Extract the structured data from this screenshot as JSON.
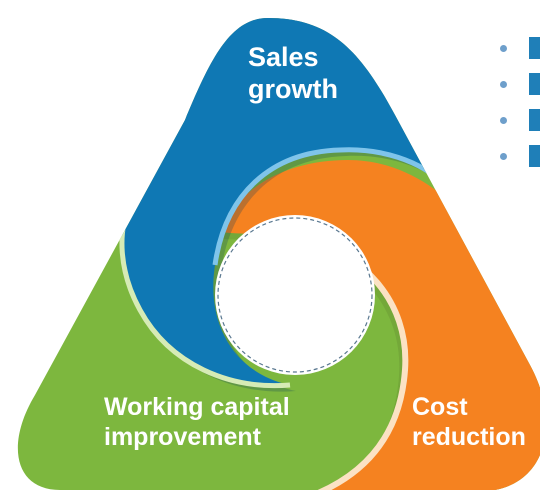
{
  "segments": [
    {
      "id": "sales",
      "label_lines": [
        "Sales",
        "growth"
      ],
      "color": "#0f78b4"
    },
    {
      "id": "working",
      "label_lines": [
        "Working capital",
        "improvement"
      ],
      "color": "#7db73e"
    },
    {
      "id": "cost",
      "label_lines": [
        "Cost",
        "reduction"
      ],
      "color": "#f58220"
    }
  ],
  "bullet_list": {
    "item_count": 4,
    "bullet_color": "#6e9fcb",
    "text_color": "#1f7fb8"
  },
  "center": {
    "fill": "#ffffff",
    "dash_color": "#5a7890"
  }
}
